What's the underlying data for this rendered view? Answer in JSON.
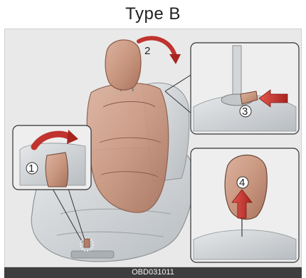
{
  "figure": {
    "title": "Type B",
    "code": "OBD031011",
    "step_labels": [
      "1",
      "2",
      "3",
      "4"
    ],
    "colors": {
      "seat_leather": "#c9977f",
      "seat_leather_dark": "#9c6a55",
      "arrow_red": "#c0332e",
      "frame_gray": "#cfd3d6",
      "panel_bg": "#e9e9e9",
      "footer_bg": "#3e3e3e"
    },
    "icons": [
      "curved-arrow-icon",
      "press-arrow-icon",
      "up-arrow-icon"
    ]
  }
}
